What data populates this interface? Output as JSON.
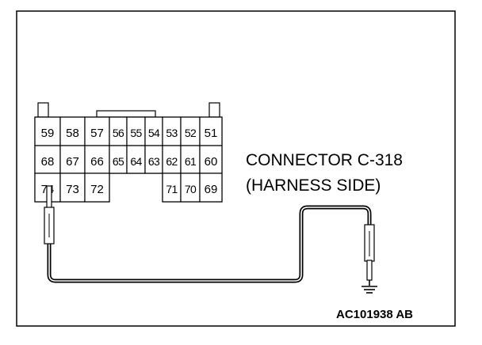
{
  "connector": {
    "label_line1": "CONNECTOR C-318",
    "label_line2": "(HARNESS SIDE)",
    "rows": [
      [
        "59",
        "58",
        "57",
        "56",
        "55",
        "54",
        "53",
        "52",
        "51"
      ],
      [
        "68",
        "67",
        "66",
        "65",
        "64",
        "63",
        "62",
        "61",
        "60"
      ],
      [
        "74",
        "73",
        "72",
        "",
        "",
        "",
        "71",
        "70",
        "69"
      ]
    ],
    "probed_pin": "74"
  },
  "figure_code": "AC101938 AB",
  "colors": {
    "line": "#000000",
    "background": "#ffffff"
  },
  "icons": {
    "ground": "ground-symbol-icon"
  }
}
